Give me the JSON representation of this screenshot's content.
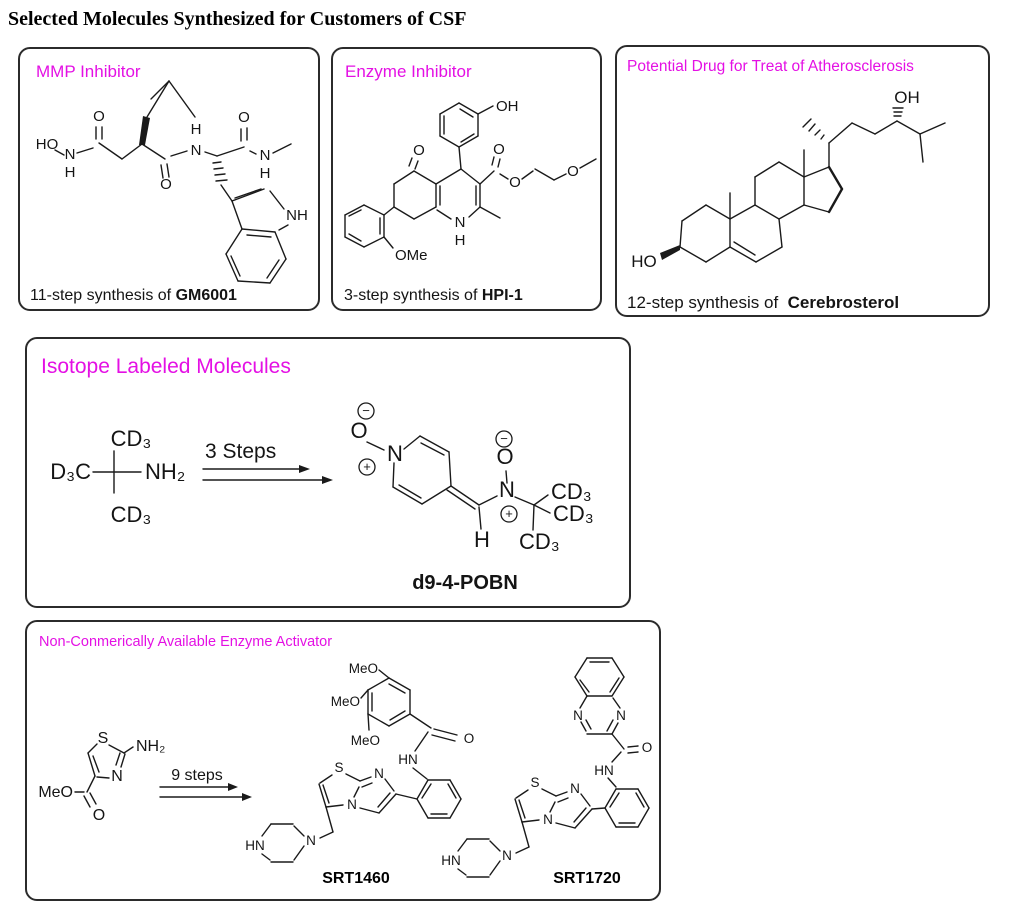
{
  "page_title": "Selected Molecules Synthesized for Customers of CSF",
  "colors": {
    "accent_magenta": "#e410e4",
    "line": "#1a1a1a",
    "border": "#2b2b2b",
    "background": "#ffffff"
  },
  "atom_labels": {
    "ho": "HO",
    "oh": "OH",
    "o": "O",
    "n": "N",
    "h": "H",
    "nh": "NH",
    "hn": "HN",
    "nh2": "NH₂",
    "s": "S",
    "ome": "OMe",
    "meo": "MeO",
    "cd3": "CD₃",
    "d3c": "D₃C",
    "plus": "+",
    "minus": "−"
  },
  "panels": {
    "mmp": {
      "title": "MMP Inhibitor",
      "caption_prefix": "11-step synthesis of ",
      "caption_bold": "GM6001"
    },
    "enzyme": {
      "title": "Enzyme Inhibitor",
      "caption_prefix": "3-step synthesis of ",
      "caption_bold": "HPI-1"
    },
    "athero": {
      "title": "Potential Drug for Treat of Atherosclerosis",
      "caption_prefix": "12-step synthesis of ",
      "caption_bold": "Cerebrosterol"
    },
    "isotope": {
      "title": "Isotope Labeled Molecules",
      "arrow_label": "3 Steps",
      "product_name": "d9-4-POBN"
    },
    "activator": {
      "title": "Non-Conmerically Available Enzyme Activator",
      "arrow_label": "9 steps",
      "products": {
        "srt1460": "SRT1460",
        "srt1720": "SRT1720"
      }
    }
  }
}
